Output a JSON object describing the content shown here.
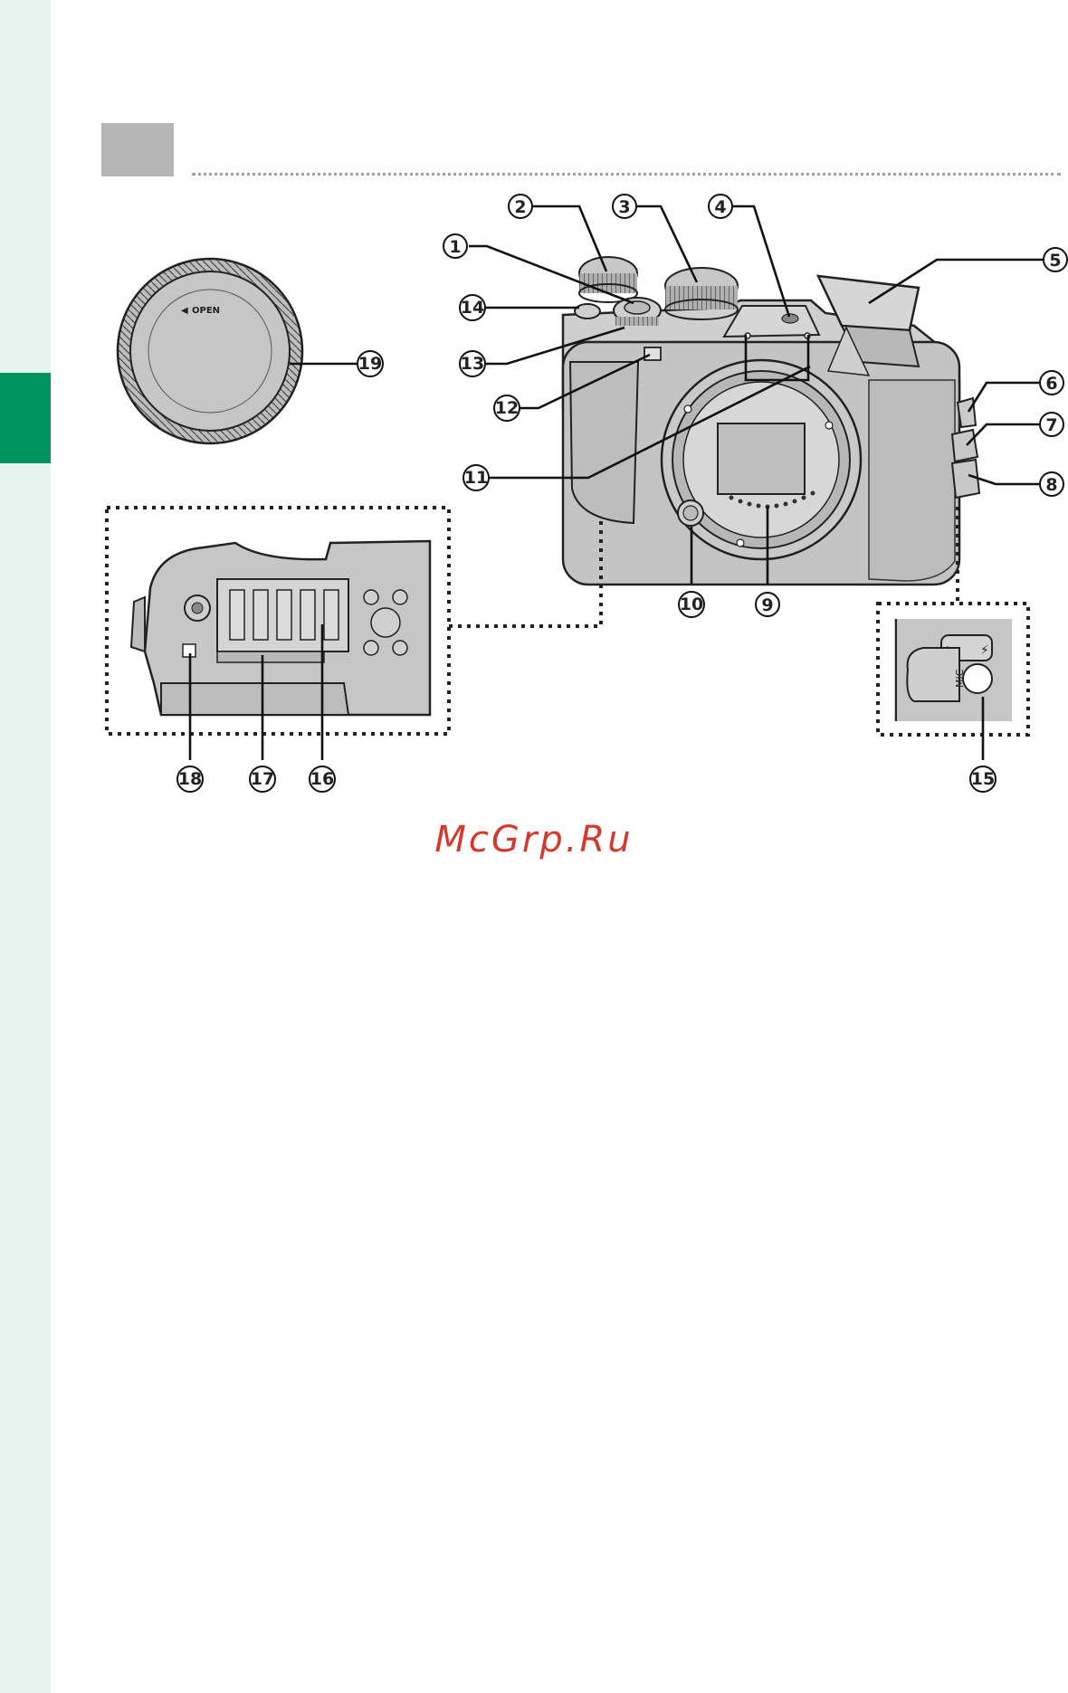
{
  "watermark": "McGrp.Ru",
  "body_cap": {
    "text": "OPEN"
  },
  "jack_cover": {
    "mic_label": "MIC"
  },
  "callouts": [
    "1",
    "2",
    "3",
    "4",
    "5",
    "6",
    "7",
    "8",
    "9",
    "10",
    "11",
    "12",
    "13",
    "14",
    "15",
    "16",
    "17",
    "18",
    "19"
  ],
  "colors": {
    "accent_green": "#00955f",
    "side_strip": "#e4f4ee",
    "header_block": "#b5b5b5",
    "camera_body": "#c4c4c4",
    "watermark": "#d23a2f"
  }
}
